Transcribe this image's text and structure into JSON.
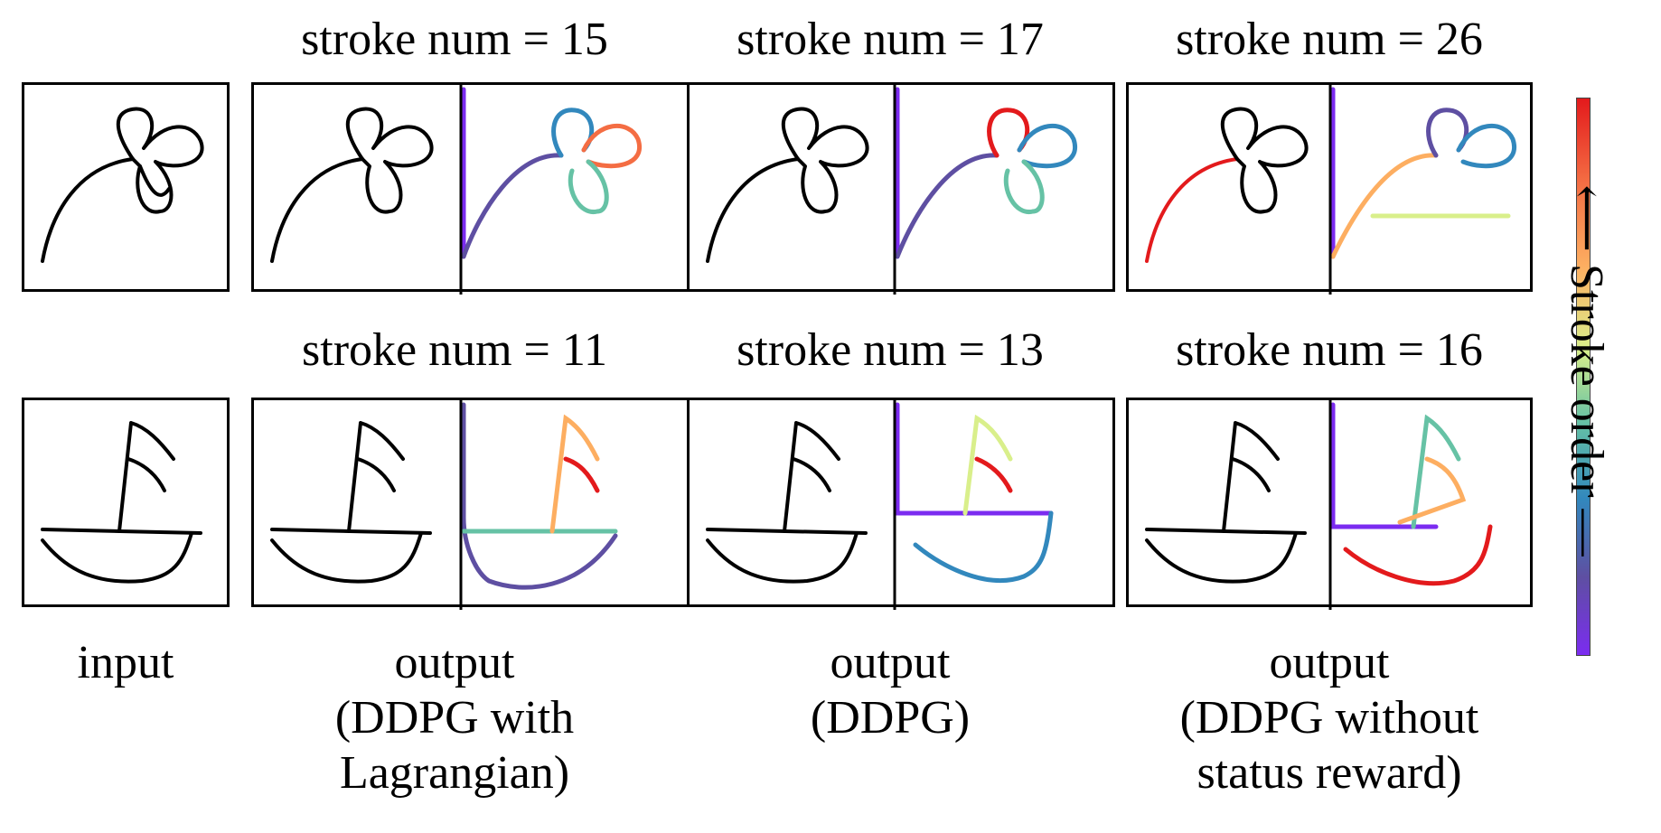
{
  "row1_headers": [
    "stroke num = 15",
    "stroke num = 17",
    "stroke num = 26"
  ],
  "row2_headers": [
    "stroke num = 11",
    "stroke num = 13",
    "stroke num = 16"
  ],
  "captions": {
    "input": "input",
    "lagrangian": [
      "output",
      "(DDPG  with",
      "Lagrangian)"
    ],
    "ddpg": [
      "output",
      "(DDPG)"
    ],
    "no_status": [
      "output",
      "(DDPG without",
      "status reward)"
    ]
  },
  "legend": {
    "label": "Stroke order",
    "arrow_up": "⟵",
    "arrow_down": "—",
    "colors": [
      "#e31a1c",
      "#fdae61",
      "#66c2a5",
      "#3288bd",
      "#7b2cf0"
    ]
  }
}
